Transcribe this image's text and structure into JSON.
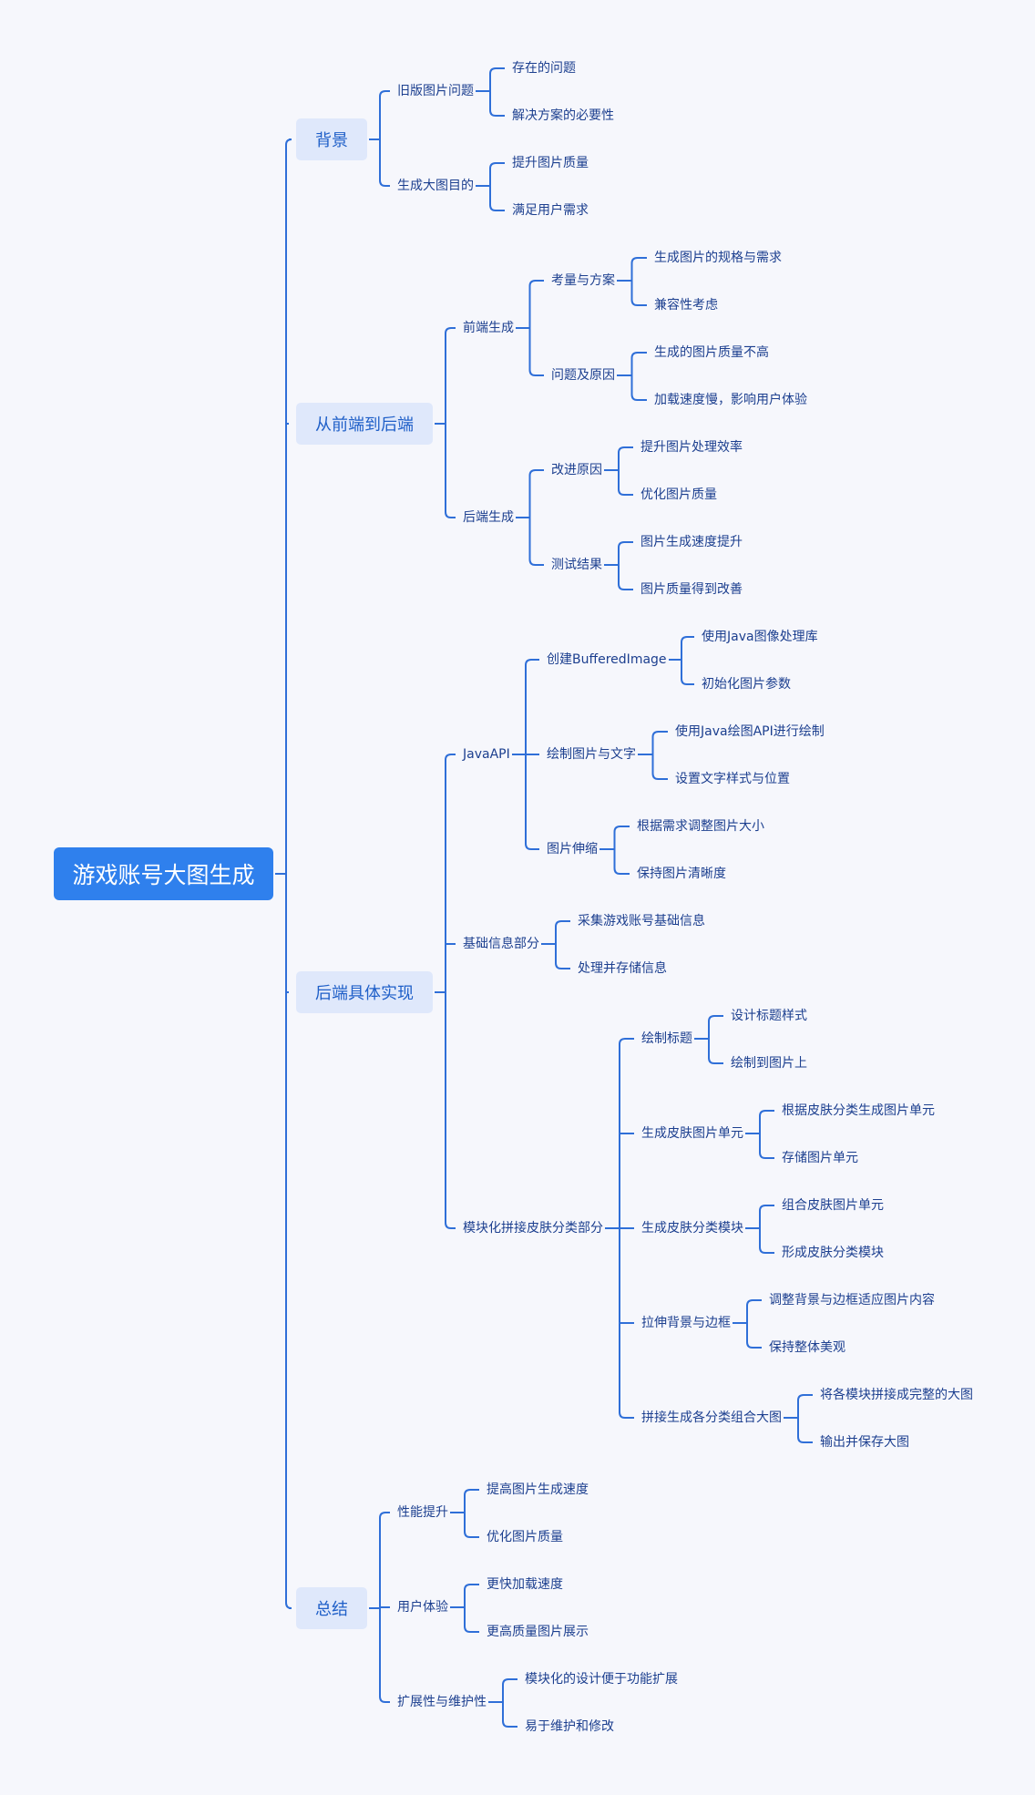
{
  "theme": {
    "background": "#f6f7fc",
    "line": "#2f6fd8",
    "root_bg": "#2f80ed",
    "main_bg": "#dfe8fb",
    "text": "#1c3f8f"
  },
  "mindmap": {
    "root": "游戏账号大图生成",
    "b1": {
      "label": "背景",
      "c1": {
        "label": "旧版图片问题",
        "l1": "存在的问题",
        "l2": "解决方案的必要性"
      },
      "c2": {
        "label": "生成大图目的",
        "l1": "提升图片质量",
        "l2": "满足用户需求"
      }
    },
    "b2": {
      "label": "从前端到后端",
      "c1": {
        "label": "前端生成",
        "d1": {
          "label": "考量与方案",
          "l1": "生成图片的规格与需求",
          "l2": "兼容性考虑"
        },
        "d2": {
          "label": "问题及原因",
          "l1": "生成的图片质量不高",
          "l2": "加载速度慢，影响用户体验"
        }
      },
      "c2": {
        "label": "后端生成",
        "d1": {
          "label": "改进原因",
          "l1": "提升图片处理效率",
          "l2": "优化图片质量"
        },
        "d2": {
          "label": "测试结果",
          "l1": "图片生成速度提升",
          "l2": "图片质量得到改善"
        }
      }
    },
    "b3": {
      "label": "后端具体实现",
      "c1": {
        "label": "JavaAPI",
        "d1": {
          "label": "创建BufferedImage",
          "l1": "使用Java图像处理库",
          "l2": "初始化图片参数"
        },
        "d2": {
          "label": "绘制图片与文字",
          "l1": "使用Java绘图API进行绘制",
          "l2": "设置文字样式与位置"
        },
        "d3": {
          "label": "图片伸缩",
          "l1": "根据需求调整图片大小",
          "l2": "保持图片清晰度"
        }
      },
      "c2": {
        "label": "基础信息部分",
        "l1": "采集游戏账号基础信息",
        "l2": "处理并存储信息"
      },
      "c3": {
        "label": "模块化拼接皮肤分类部分",
        "d1": {
          "label": "绘制标题",
          "l1": "设计标题样式",
          "l2": "绘制到图片上"
        },
        "d2": {
          "label": "生成皮肤图片单元",
          "l1": "根据皮肤分类生成图片单元",
          "l2": "存储图片单元"
        },
        "d3": {
          "label": "生成皮肤分类模块",
          "l1": "组合皮肤图片单元",
          "l2": "形成皮肤分类模块"
        },
        "d4": {
          "label": "拉伸背景与边框",
          "l1": "调整背景与边框适应图片内容",
          "l2": "保持整体美观"
        },
        "d5": {
          "label": "拼接生成各分类组合大图",
          "l1": "将各模块拼接成完整的大图",
          "l2": "输出并保存大图"
        }
      }
    },
    "b4": {
      "label": "总结",
      "c1": {
        "label": "性能提升",
        "l1": "提高图片生成速度",
        "l2": "优化图片质量"
      },
      "c2": {
        "label": "用户体验",
        "l1": "更快加载速度",
        "l2": "更高质量图片展示"
      },
      "c3": {
        "label": "扩展性与维护性",
        "l1": "模块化的设计便于功能扩展",
        "l2": "易于维护和修改"
      }
    }
  }
}
